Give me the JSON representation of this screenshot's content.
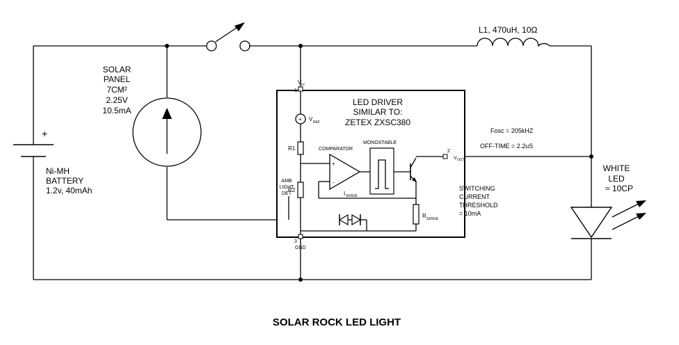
{
  "title": "SOLAR ROCK LED LIGHT",
  "inductor": {
    "label": "L1, 470uH, 10Ω"
  },
  "solar_panel": {
    "lines": [
      "SOLAR",
      "PANEL",
      "7CM²",
      "2.25V",
      "10.5mA"
    ]
  },
  "battery": {
    "plus": "+",
    "lines": [
      "Ni-MH",
      "BATTERY",
      "1.2v, 40mAh"
    ]
  },
  "led_driver": {
    "lines": [
      "LED DRIVER",
      "SIMILAR TO:",
      "ZETEX ZXSC380"
    ],
    "vcc_pin": "1",
    "vcc_label": "V",
    "vcc_sub": "cc",
    "vref_label": "V",
    "vref_sub": "REF",
    "r1": "R1",
    "r2": "R2",
    "comparator": "COMPARATOR",
    "monostable": "MONOSTABLE",
    "comp_plus": "+",
    "comp_minus": "-",
    "amb_lines": [
      "AMB",
      "LIGHT",
      "DET"
    ],
    "isense_label": "I",
    "isense_sub": "SENSE",
    "rsense_label": "R",
    "rsense_sub": "SENSE",
    "vout_pin": "2",
    "vout_label": "V",
    "vout_sub": "OUT",
    "gnd_pin": "3",
    "gnd_label": "GND"
  },
  "notes": {
    "fosc": "Fosc = 205kHZ",
    "off_time": "OFF-TIME = 2.2uS",
    "switching": [
      "SWITCHING",
      "CURRENT",
      "THRESHOLD",
      "= 10mA"
    ]
  },
  "white_led": {
    "lines": [
      "WHITE",
      "LED",
      "≈ 10CP"
    ]
  }
}
